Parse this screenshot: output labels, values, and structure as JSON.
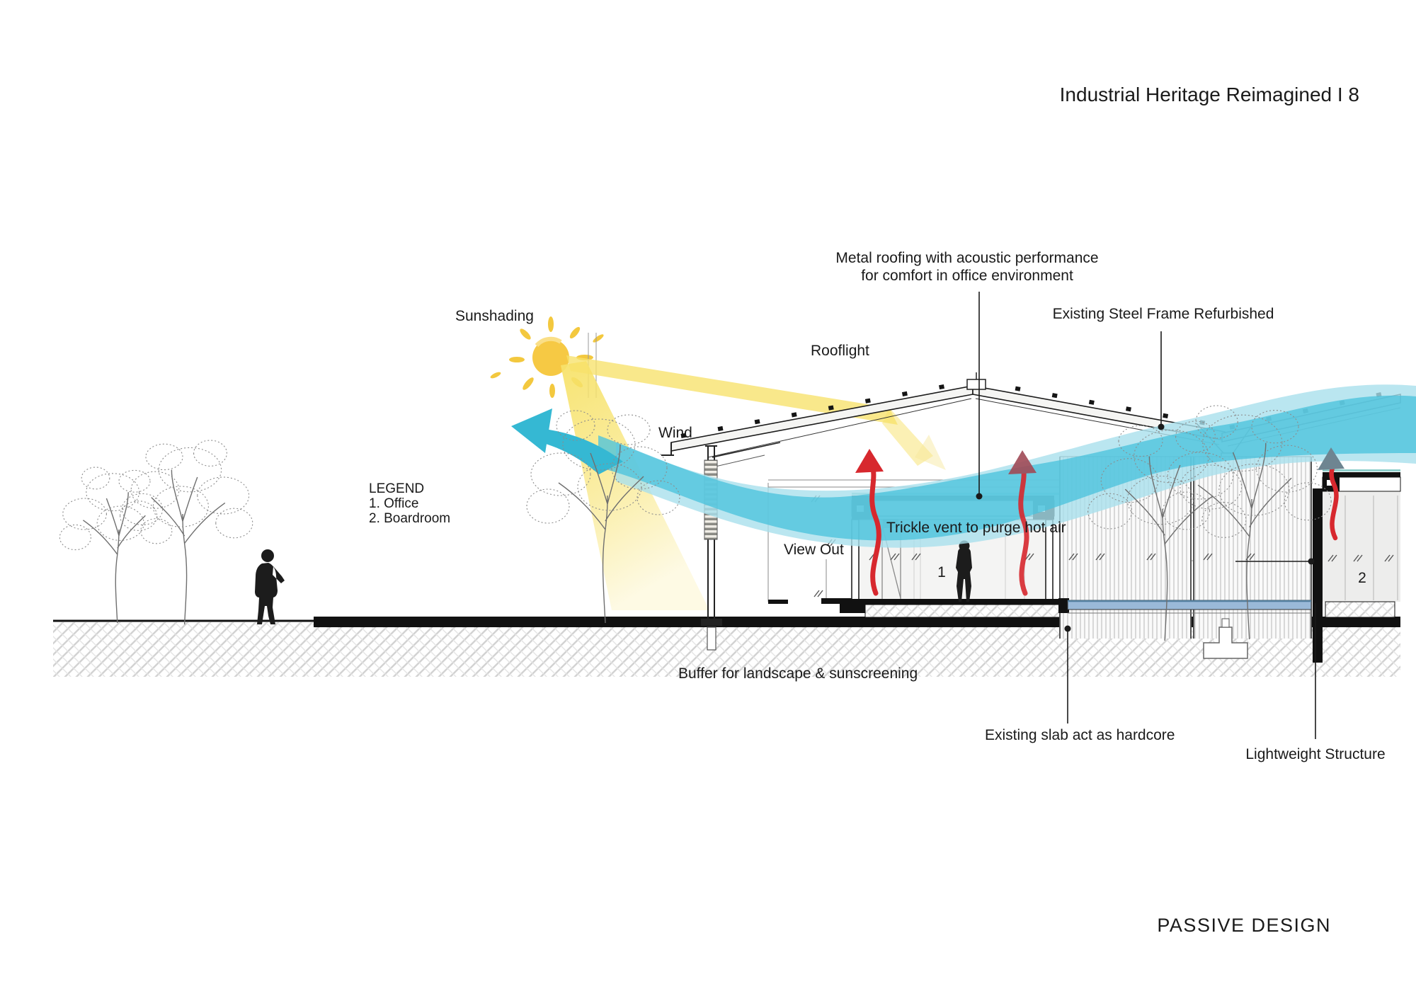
{
  "page": {
    "title": "Industrial Heritage Reimagined I 8",
    "footer": "PASSIVE DESIGN"
  },
  "annotations": {
    "metal_roofing": [
      "Metal roofing with acoustic performance",
      "for comfort in office environment"
    ],
    "steel_frame": "Existing Steel Frame Refurbished",
    "sunshading": "Sunshading",
    "rooflight": "Rooflight",
    "wind": "Wind",
    "view_out": "View Out",
    "trickle_vent": "Trickle vent to purge hot air",
    "buffer": "Buffer for landscape & sunscreening",
    "existing_slab": "Existing slab act as hardcore",
    "lightweight": "Lightweight Structure"
  },
  "legend": {
    "title": "LEGEND",
    "items": [
      "1. Office",
      "2. Boardroom"
    ]
  },
  "rooms": {
    "office": "1",
    "boardroom": "2"
  },
  "icons": {
    "sun": "sun-icon",
    "wind": "wind-arrow-icon",
    "hot_air": "hot-air-arrow-icon",
    "person": "person-silhouette",
    "tree": "tree-icon"
  },
  "colors": {
    "wind": "#4cc3dc",
    "wind_light": "#a9e0ec",
    "wind_arrow": "#35b8d3",
    "sun": "#f6c944",
    "sun_ray": "#f3c83e",
    "beam": "#f7e26a",
    "vent_arrow": "#d7282e",
    "pond": "#9ab9d8",
    "ink": "#1a1a1a"
  }
}
